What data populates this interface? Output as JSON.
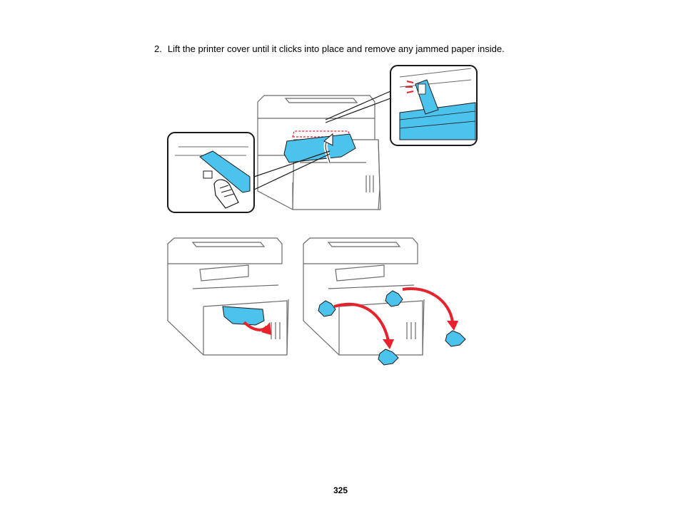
{
  "step": {
    "number": "2.",
    "text": "Lift the printer cover until it clicks into place and remove any jammed paper inside."
  },
  "page_number": "325",
  "colors": {
    "paper_blue": "#4cc3ec",
    "arrow_red": "#e8222d",
    "line_gray": "#6b6b6b",
    "outline_black": "#1a1a1a"
  },
  "icons": {
    "cover_lift": "printer-cover-lift-illustration",
    "hand": "hand-pressing-icon",
    "clip": "cover-clip-detail-icon",
    "jammed_sheet": "jammed-sheet-illustration",
    "crumpled_paper": "crumpled-paper-icon"
  }
}
